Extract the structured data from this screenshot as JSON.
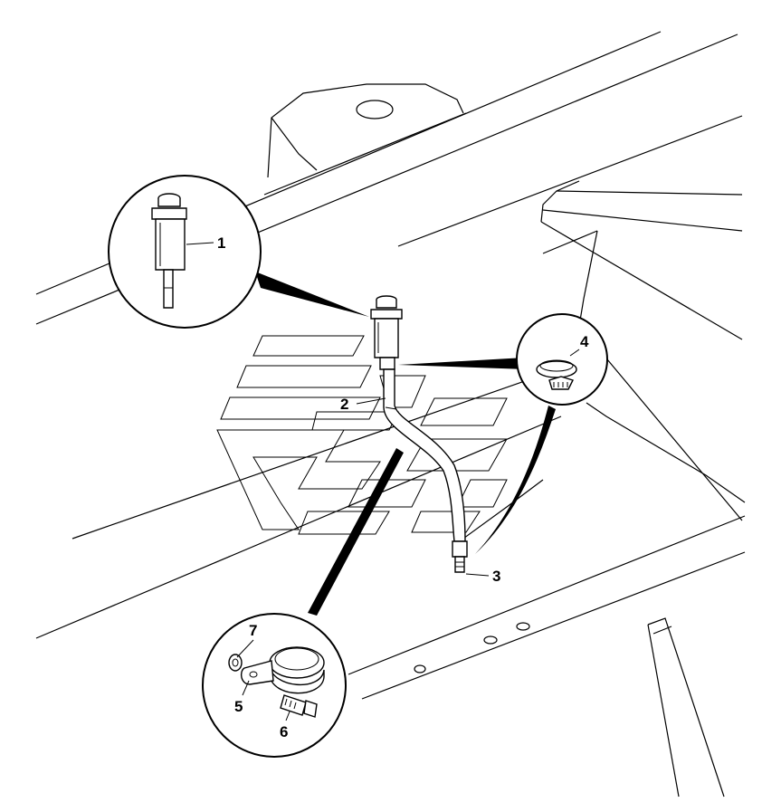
{
  "callouts": {
    "c1": "1",
    "c2": "2",
    "c3": "3",
    "c4": "4",
    "c5": "5",
    "c6": "6",
    "c7": "7"
  },
  "icons": {
    "logo": "stylized-interlocking-letters-logo-watermark"
  },
  "colors": {
    "line": "#000000",
    "background": "#ffffff"
  }
}
